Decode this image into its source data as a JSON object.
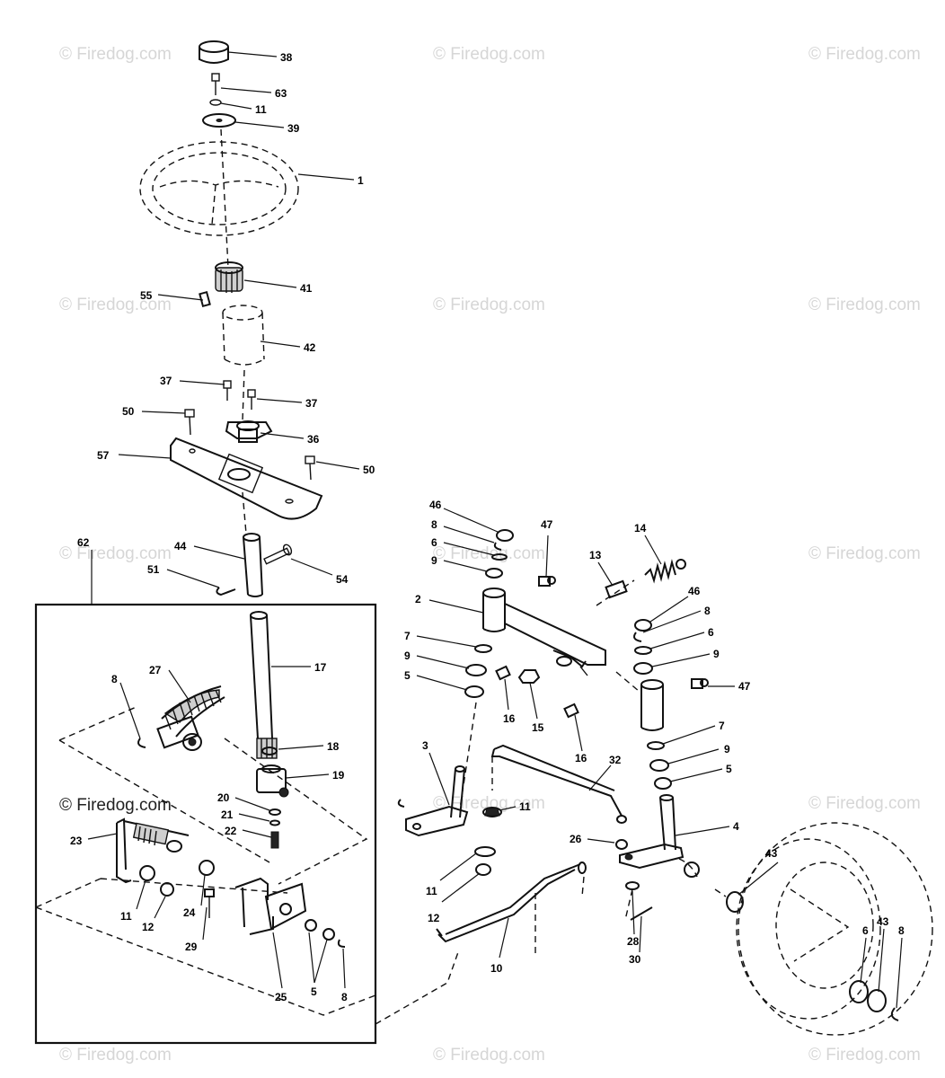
{
  "watermark_text": "© Firedog.com",
  "inset_watermark_text": "© Firedog.com",
  "callouts": {
    "c38": "38",
    "c63": "63",
    "c11a": "11",
    "c39": "39",
    "c1": "1",
    "c41": "41",
    "c55": "55",
    "c42": "42",
    "c37a": "37",
    "c37b": "37",
    "c50a": "50",
    "c36": "36",
    "c57": "57",
    "c50b": "50",
    "c62": "62",
    "c44": "44",
    "c54": "54",
    "c51": "51",
    "c17": "17",
    "c27": "27",
    "c8a": "8",
    "c18": "18",
    "c19": "19",
    "c20": "20",
    "c21": "21",
    "c22": "22",
    "c23": "23",
    "c11b": "11",
    "c12a": "12",
    "c24": "24",
    "c29": "29",
    "c25": "25",
    "c5a": "5",
    "c8b": "8",
    "c46a": "46",
    "c8c": "8",
    "c6a": "6",
    "c9a": "9",
    "c47a": "47",
    "c13": "13",
    "c14": "14",
    "c2": "2",
    "c7a": "7",
    "c9b": "9",
    "c5b": "5",
    "c16a": "16",
    "c15": "15",
    "c46b": "46",
    "c8d": "8",
    "c6b": "6",
    "c9c": "9",
    "c47b": "47",
    "c16b": "16",
    "c7b": "7",
    "c9d": "9",
    "c5c": "5",
    "c3": "3",
    "c32": "32",
    "c11c": "11",
    "c26": "26",
    "c4": "4",
    "c11d": "11",
    "c12b": "12",
    "c28": "28",
    "c30": "30",
    "c10": "10",
    "c43a": "43",
    "c6c": "6",
    "c43b": "43",
    "c8e": "8"
  },
  "icons": [
    "steering-wheel-icon",
    "tire-icon",
    "gear-icon"
  ]
}
